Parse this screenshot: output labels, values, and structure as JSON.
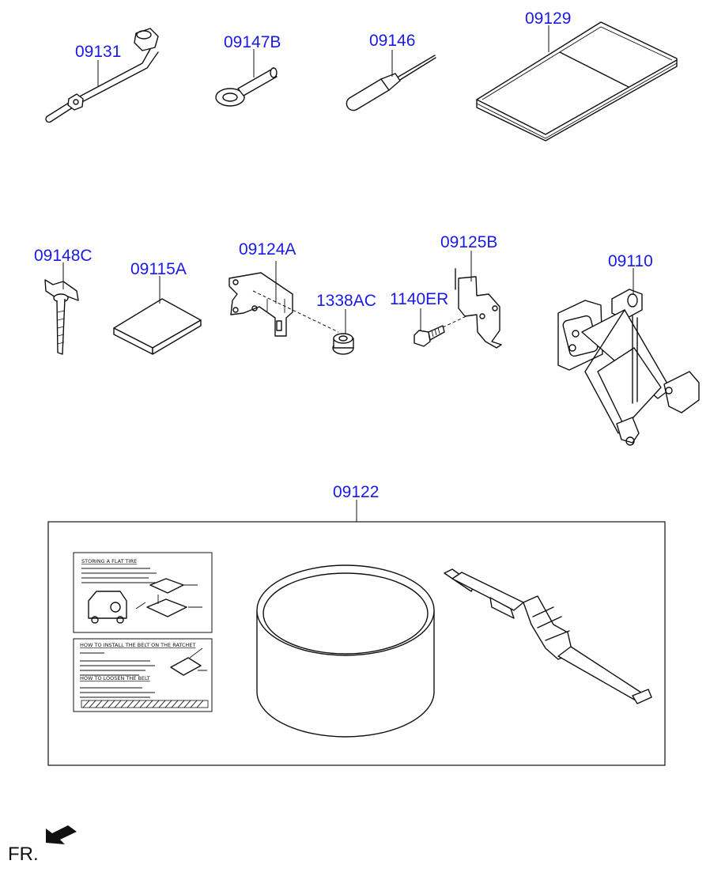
{
  "diagram": {
    "label_color": "#1a1ae6",
    "line_color": "#111111",
    "parts": {
      "p09131": "09131",
      "p09147B": "09147B",
      "p09146": "09146",
      "p09129": "09129",
      "p09148C": "09148C",
      "p09115A": "09115A",
      "p09124A": "09124A",
      "p1338AC": "1338AC",
      "p09125B": "09125B",
      "p1140ER": "1140ER",
      "p09110": "09110",
      "p09122": "09122"
    },
    "labels": {
      "storing_title": "STORING A FLAT TIRE",
      "install_title": "HOW TO INSTALL THE BELT ON THE RATCHET",
      "loosen_title": "HOW TO LOOSEN THE BELT"
    },
    "direction_label": "FR."
  }
}
